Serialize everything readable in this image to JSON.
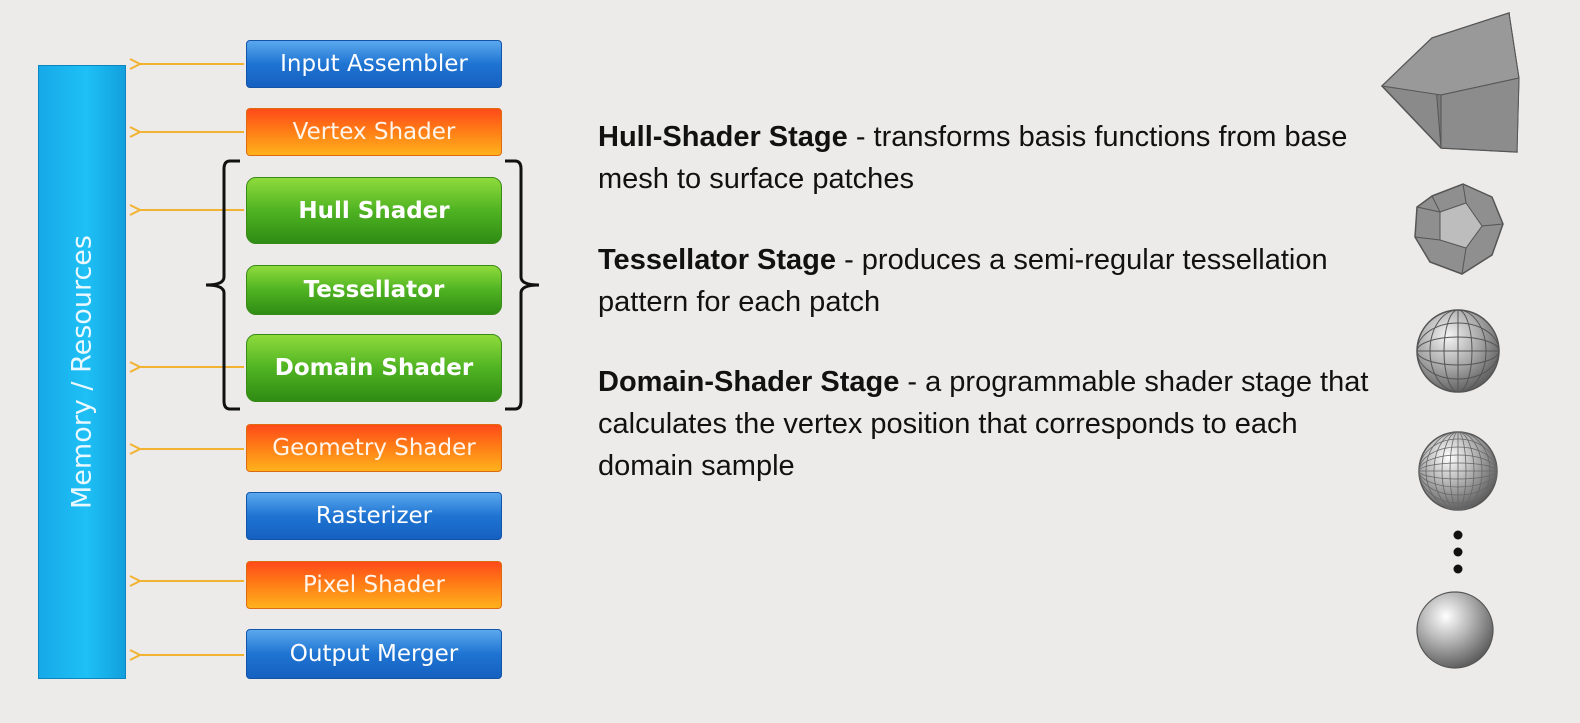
{
  "memory": {
    "label": "Memory / Resources"
  },
  "pipeline": {
    "stages": [
      {
        "id": "input-assembler",
        "label": "Input Assembler",
        "style": "blue"
      },
      {
        "id": "vertex-shader",
        "label": "Vertex Shader",
        "style": "orange"
      },
      {
        "id": "hull-shader",
        "label": "Hull Shader",
        "style": "green"
      },
      {
        "id": "tessellator",
        "label": "Tessellator",
        "style": "green"
      },
      {
        "id": "domain-shader",
        "label": "Domain Shader",
        "style": "green"
      },
      {
        "id": "geometry-shader",
        "label": "Geometry Shader",
        "style": "orange"
      },
      {
        "id": "rasterizer",
        "label": "Rasterizer",
        "style": "blue"
      },
      {
        "id": "pixel-shader",
        "label": "Pixel Shader",
        "style": "orange"
      },
      {
        "id": "output-merger",
        "label": "Output Merger",
        "style": "blue"
      }
    ]
  },
  "descriptions": [
    {
      "title": "Hull-Shader Stage",
      "text": " - transforms basis functions from base mesh to surface patches"
    },
    {
      "title": "Tessellator Stage",
      "text": " - produces a semi-regular tessellation pattern for each patch"
    },
    {
      "title": "Domain-Shader Stage",
      "text": " - a programmable shader stage that calculates the vertex position that corresponds to each domain sample"
    }
  ],
  "colors": {
    "memory": "#1ec0f5",
    "blue_stage": "#1f74d2",
    "orange_stage": "#ff7a16",
    "green_stage": "#4fb322",
    "arrow": "#f2b232",
    "background": "#ecebe9"
  },
  "icons": [
    "cube-shape-icon",
    "low-poly-shape-icon",
    "mid-poly-sphere-icon",
    "fine-mesh-sphere-icon",
    "vertical-ellipsis-icon",
    "smooth-sphere-icon"
  ]
}
